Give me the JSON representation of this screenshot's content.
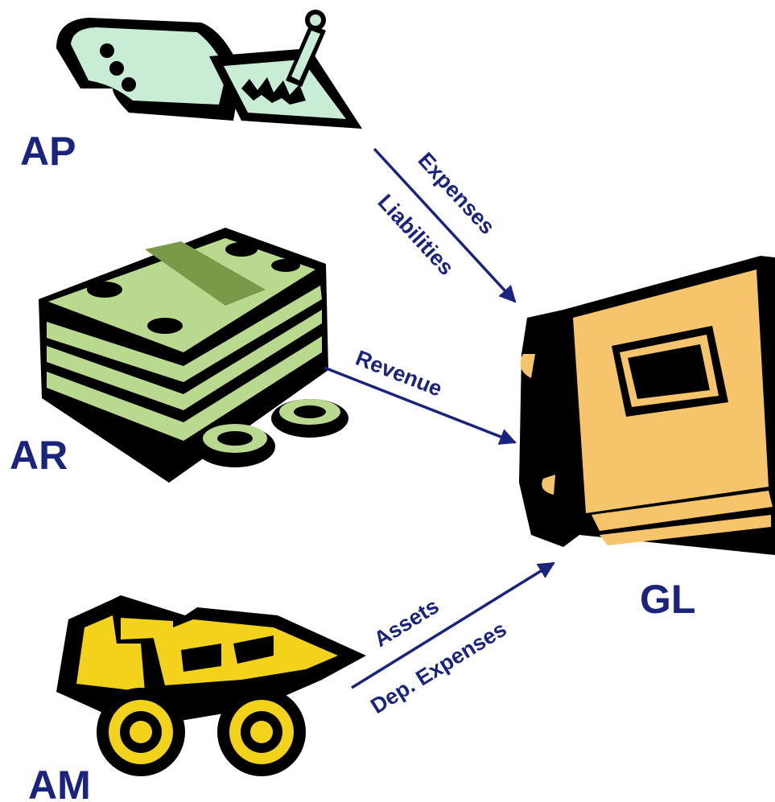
{
  "nodes": {
    "ap": "AP",
    "ar": "AR",
    "am": "AM",
    "gl": "GL"
  },
  "flows": {
    "ap_top": "Expenses",
    "ap_bottom": "Liabilities",
    "ar": "Revenue",
    "am_top": "Assets",
    "am_bottom": "Dep. Expenses"
  },
  "colors": {
    "label": "#1a237e",
    "arrow": "#1a237e",
    "money_green": "#b9d98f",
    "checkbook_green": "#c8ecd4",
    "truck_yellow": "#f2d21b",
    "book_orange": "#f5c46b",
    "outline": "#000000"
  },
  "icons": {
    "ap": "checkbook-icon",
    "ar": "money-stack-icon",
    "am": "dump-truck-icon",
    "gl": "ledger-book-icon"
  }
}
